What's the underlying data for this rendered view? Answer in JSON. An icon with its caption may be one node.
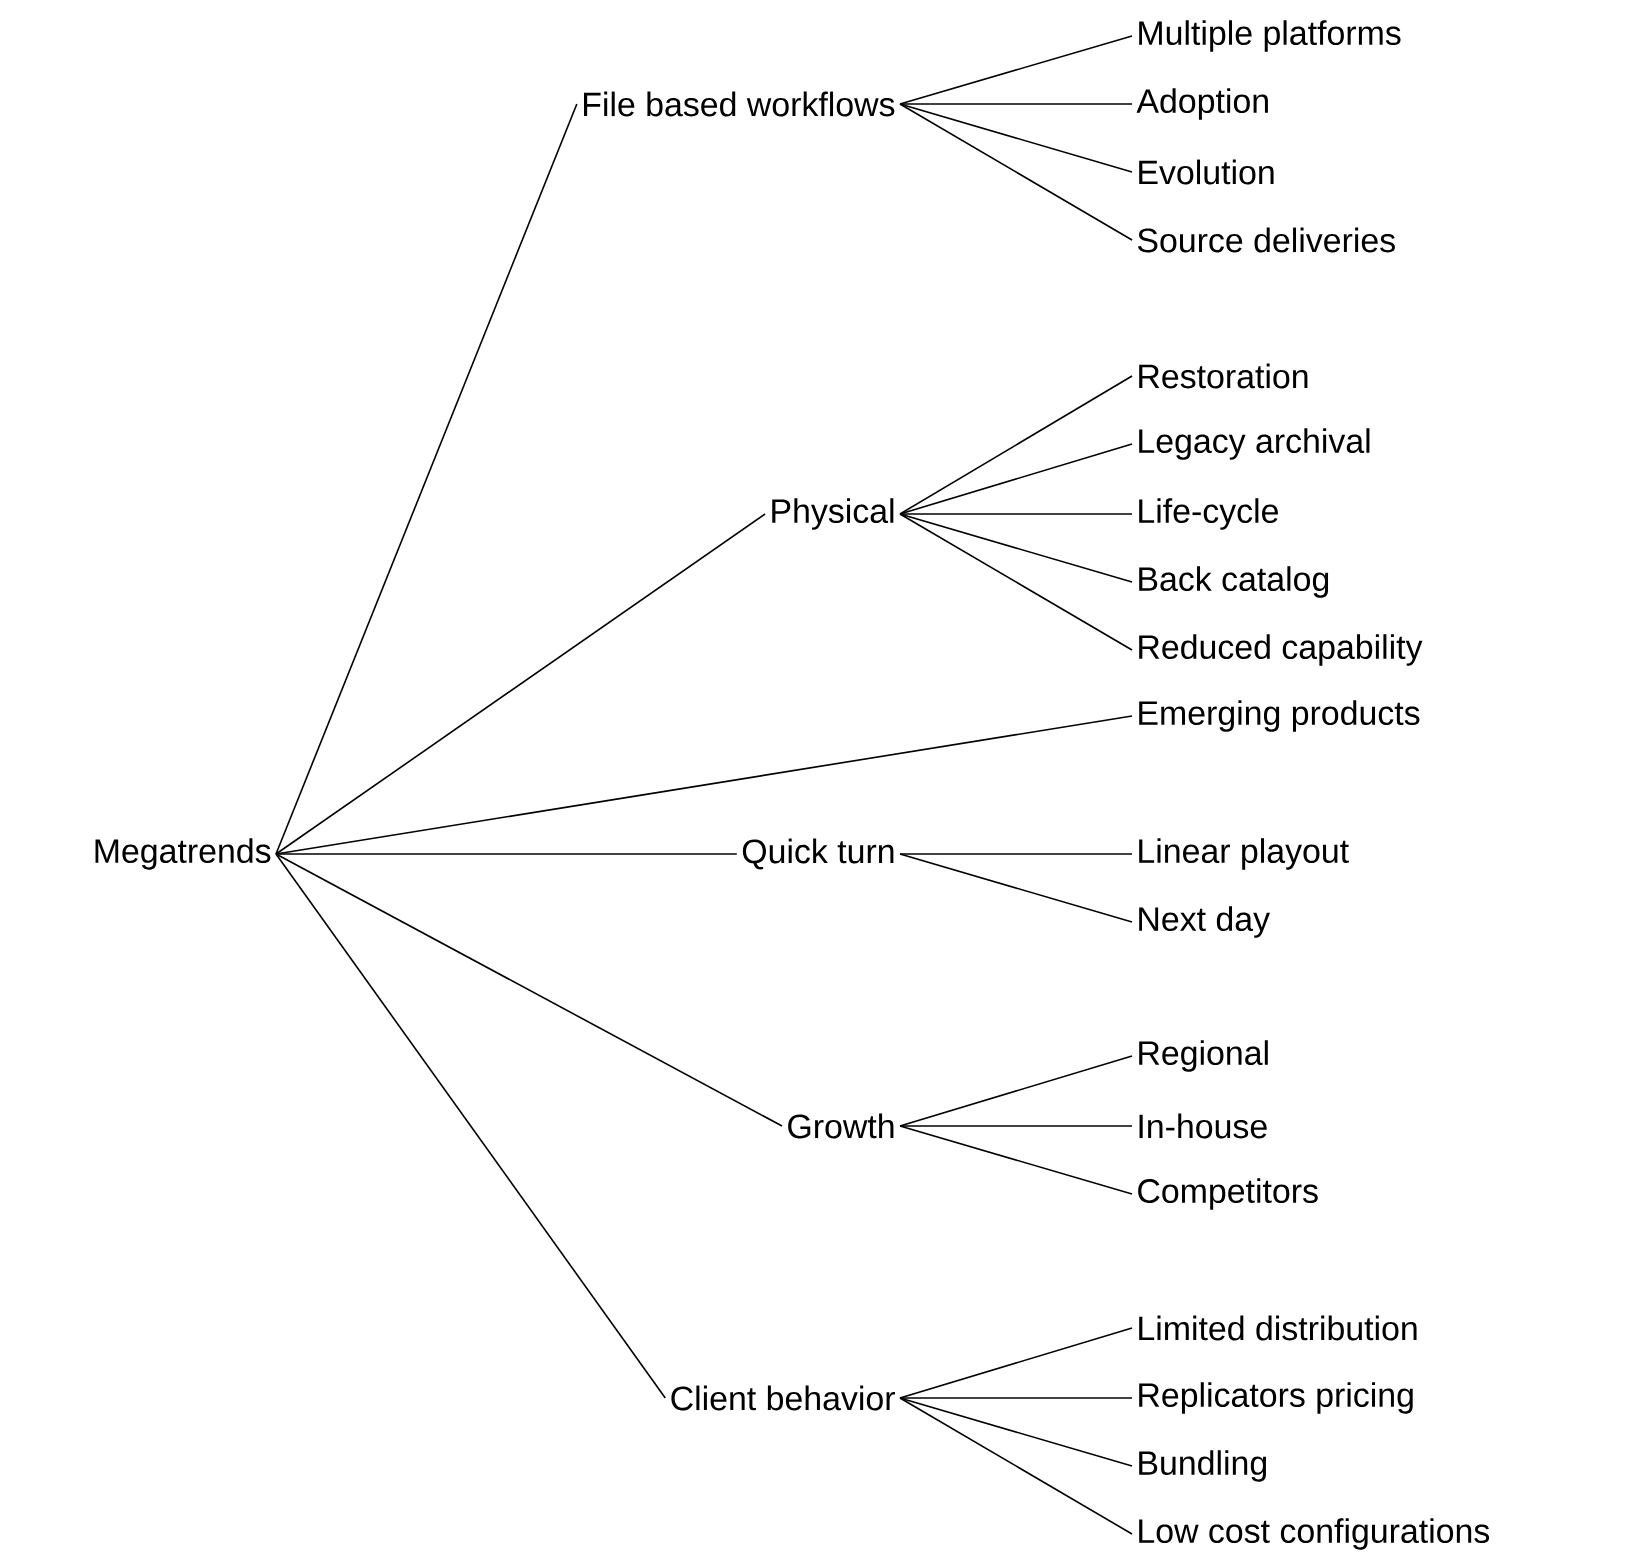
{
  "diagram": {
    "nodes": [
      {
        "text": [
          "Megatrends"
        ]
      },
      {
        "text": [
          "File based workflows"
        ]
      },
      {
        "text": [
          "Multiple platforms"
        ]
      },
      {
        "text": [
          "Adoption"
        ]
      },
      {
        "text": [
          "Evolution"
        ]
      },
      {
        "text": [
          "Source deliveries"
        ]
      },
      {
        "text": [
          "Physical"
        ]
      },
      {
        "text": [
          "Restoration"
        ]
      },
      {
        "text": [
          "Legacy archival"
        ]
      },
      {
        "text": [
          "Life-cycle"
        ]
      },
      {
        "text": [
          "Back catalog"
        ]
      },
      {
        "text": [
          "Reduced capability"
        ]
      },
      {
        "text": [
          "Emerging products"
        ]
      },
      {
        "text": [
          "Quick turn"
        ]
      },
      {
        "text": [
          "Linear playout"
        ]
      },
      {
        "text": [
          "Next day"
        ]
      },
      {
        "text": [
          "Growth"
        ]
      },
      {
        "text": [
          "Regional"
        ]
      },
      {
        "text": [
          "In-house"
        ]
      },
      {
        "text": [
          "Competitors"
        ]
      },
      {
        "text": [
          "Client behavior"
        ]
      },
      {
        "text": [
          "Limited distribution"
        ]
      },
      {
        "text": [
          "Replicators pricing"
        ]
      },
      {
        "text": [
          "Bundling"
        ]
      },
      {
        "text": [
          "Low cost configurations"
        ]
      }
    ],
    "edges": [
      {
        "from": 0,
        "to": 1,
        "arrow": "none"
      },
      {
        "from": 1,
        "to": 2,
        "arrow": "none"
      },
      {
        "from": 1,
        "to": 3,
        "arrow": "none"
      },
      {
        "from": 1,
        "to": 4,
        "arrow": "none"
      },
      {
        "from": 1,
        "to": 5,
        "arrow": "none"
      },
      {
        "from": 0,
        "to": 6,
        "arrow": "none"
      },
      {
        "from": 6,
        "to": 7,
        "arrow": "none"
      },
      {
        "from": 6,
        "to": 8,
        "arrow": "none"
      },
      {
        "from": 6,
        "to": 9,
        "arrow": "none"
      },
      {
        "from": 6,
        "to": 10,
        "arrow": "none"
      },
      {
        "from": 6,
        "to": 11,
        "arrow": "none"
      },
      {
        "from": 0,
        "to": 12,
        "arrow": "none"
      },
      {
        "from": 0,
        "to": 13,
        "arrow": "none"
      },
      {
        "from": 13,
        "to": 14,
        "arrow": "none"
      },
      {
        "from": 13,
        "to": 15,
        "arrow": "none"
      },
      {
        "from": 0,
        "to": 16,
        "arrow": "none"
      },
      {
        "from": 16,
        "to": 17,
        "arrow": "none"
      },
      {
        "from": 16,
        "to": 18,
        "arrow": "none"
      },
      {
        "from": 16,
        "to": 19,
        "arrow": "none"
      },
      {
        "from": 0,
        "to": 20,
        "arrow": "none"
      },
      {
        "from": 20,
        "to": 21,
        "arrow": "none"
      },
      {
        "from": 20,
        "to": 22,
        "arrow": "none"
      },
      {
        "from": 20,
        "to": 23,
        "arrow": "none"
      },
      {
        "from": 20,
        "to": 24,
        "arrow": "none"
      }
    ]
  }
}
